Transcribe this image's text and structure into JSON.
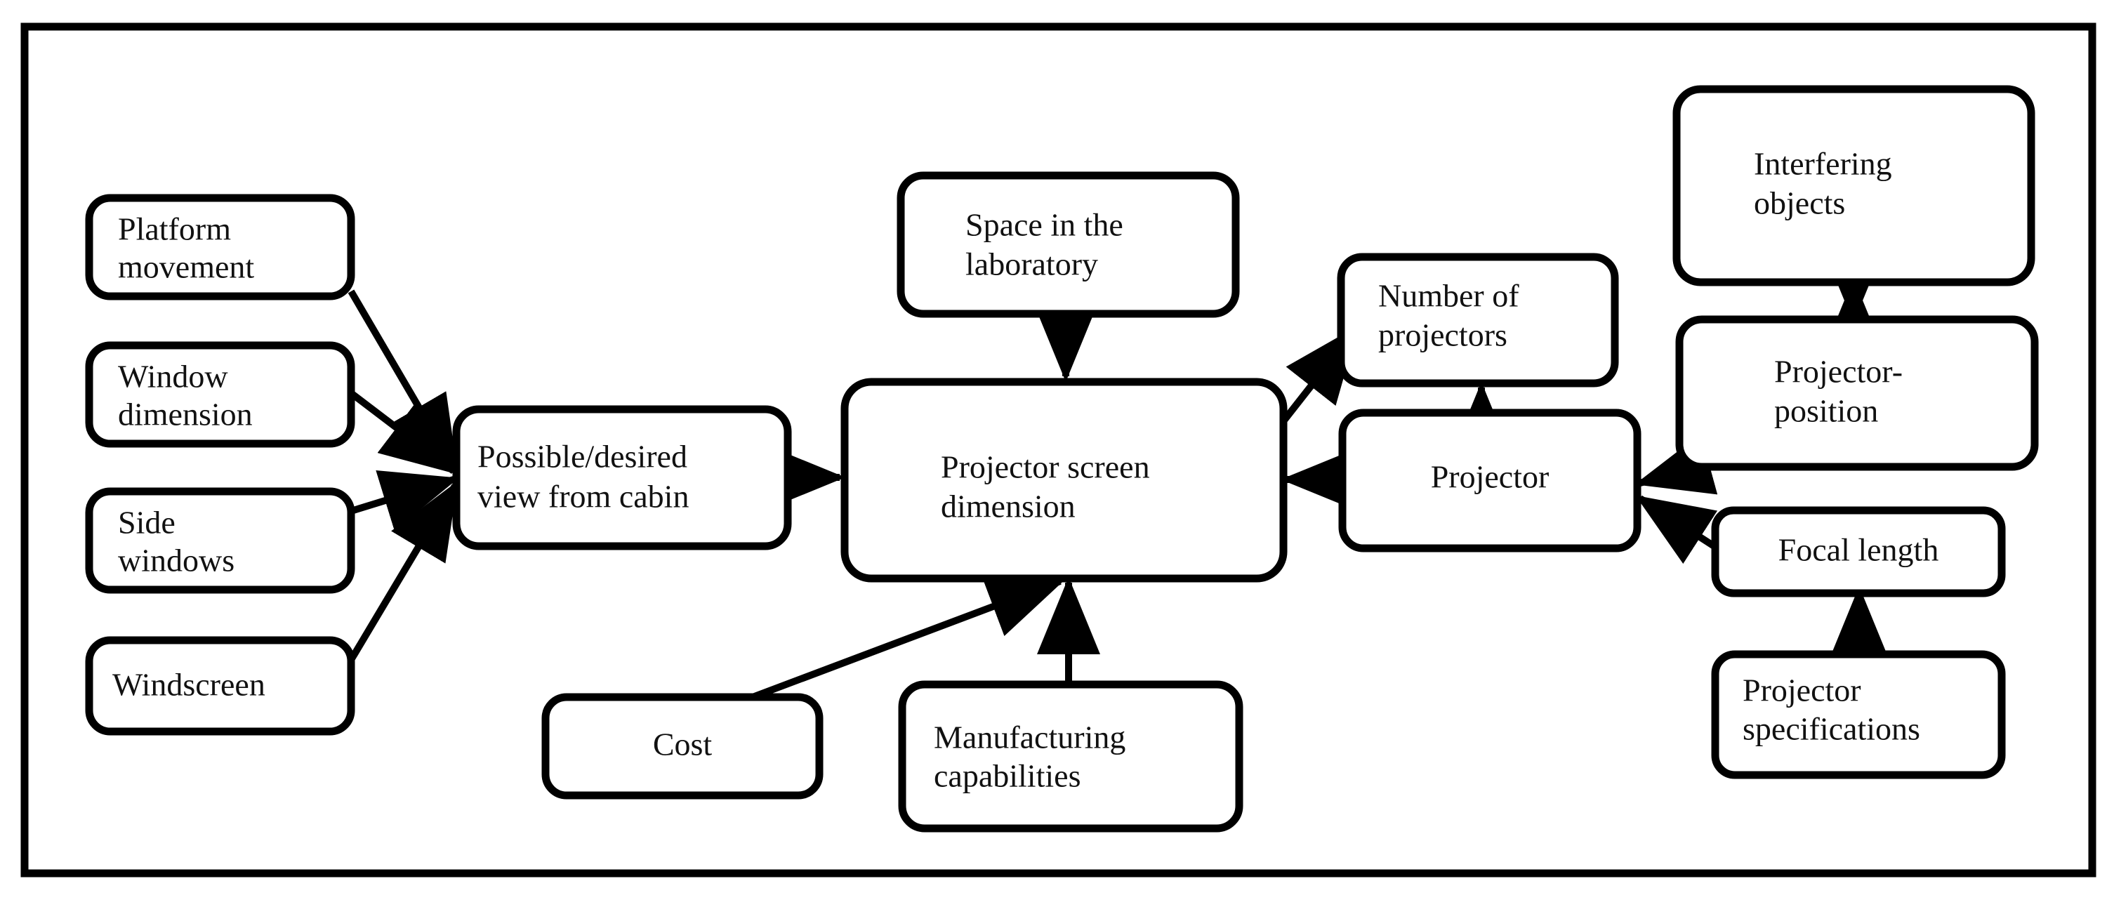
{
  "diagram": {
    "title": "Projector screen dimension influence diagram",
    "frame": {
      "stroke_color": "#000000",
      "fill_color": "#ffffff"
    },
    "nodes": [
      {
        "id": "platform-movement",
        "lines": [
          "Platform",
          "movement"
        ],
        "align": "left"
      },
      {
        "id": "window-dimension",
        "lines": [
          "Window",
          "dimension"
        ],
        "align": "left"
      },
      {
        "id": "side-windows",
        "lines": [
          "Side",
          "windows"
        ],
        "align": "left"
      },
      {
        "id": "windscreen",
        "lines": [
          "Windscreen"
        ],
        "align": "left"
      },
      {
        "id": "possible-desired-view",
        "lines": [
          "Possible/desired",
          "view from cabin"
        ],
        "align": "left"
      },
      {
        "id": "space-in-laboratory",
        "lines": [
          "Space in the",
          "laboratory"
        ],
        "align": "left"
      },
      {
        "id": "projector-screen-dimension",
        "lines": [
          "Projector screen",
          "dimension"
        ],
        "align": "left"
      },
      {
        "id": "cost",
        "lines": [
          "Cost"
        ],
        "align": "center"
      },
      {
        "id": "manufacturing-capabilities",
        "lines": [
          "Manufacturing",
          "capabilities"
        ],
        "align": "left"
      },
      {
        "id": "number-of-projectors",
        "lines": [
          "Number of",
          "projectors"
        ],
        "align": "left"
      },
      {
        "id": "projector",
        "lines": [
          "Projector"
        ],
        "align": "center"
      },
      {
        "id": "interfering-objects",
        "lines": [
          "Interfering",
          "objects"
        ],
        "align": "left"
      },
      {
        "id": "projector-position",
        "lines": [
          "Projector-",
          "position"
        ],
        "align": "left"
      },
      {
        "id": "focal-length",
        "lines": [
          "Focal length"
        ],
        "align": "center"
      },
      {
        "id": "projector-specifications",
        "lines": [
          "Projector",
          "specifications"
        ],
        "align": "left"
      }
    ],
    "edges": [
      {
        "from": "platform-movement",
        "to": "possible-desired-view",
        "arrow": "single"
      },
      {
        "from": "window-dimension",
        "to": "possible-desired-view",
        "arrow": "single"
      },
      {
        "from": "side-windows",
        "to": "possible-desired-view",
        "arrow": "single"
      },
      {
        "from": "windscreen",
        "to": "possible-desired-view",
        "arrow": "single"
      },
      {
        "from": "possible-desired-view",
        "to": "projector-screen-dimension",
        "arrow": "single"
      },
      {
        "from": "space-in-laboratory",
        "to": "projector-screen-dimension",
        "arrow": "single"
      },
      {
        "from": "cost",
        "to": "projector-screen-dimension",
        "arrow": "single"
      },
      {
        "from": "manufacturing-capabilities",
        "to": "projector-screen-dimension",
        "arrow": "single"
      },
      {
        "from": "projector-screen-dimension",
        "to": "number-of-projectors",
        "arrow": "single"
      },
      {
        "from": "projector",
        "to": "number-of-projectors",
        "arrow": "single"
      },
      {
        "from": "projector",
        "to": "projector-screen-dimension",
        "arrow": "single"
      },
      {
        "from": "projector-position",
        "to": "projector",
        "arrow": "single"
      },
      {
        "from": "focal-length",
        "to": "projector",
        "arrow": "single"
      },
      {
        "from": "interfering-objects",
        "to": "projector-position",
        "arrow": "double"
      },
      {
        "from": "projector-specifications",
        "to": "focal-length",
        "arrow": "single"
      }
    ]
  }
}
